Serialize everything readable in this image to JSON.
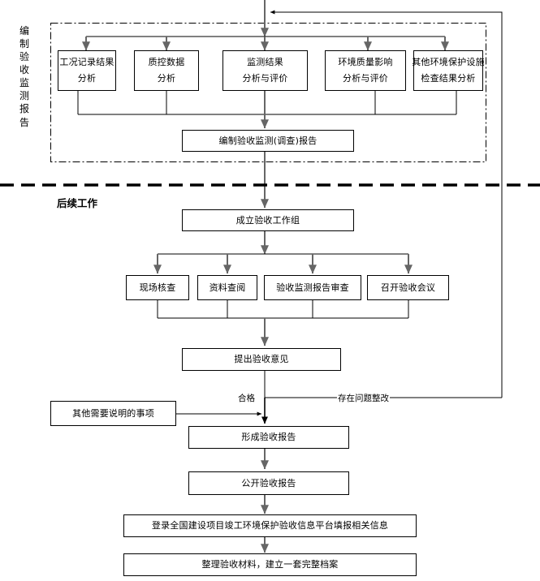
{
  "diagram": {
    "title_sections": {
      "section1_vertical_label": "编制验收监测报告",
      "section2_label": "后续工作"
    },
    "section1": {
      "analysis_boxes": [
        {
          "line1": "工况记录结果",
          "line2": "分析"
        },
        {
          "line1": "质控数据",
          "line2": "分析"
        },
        {
          "line1": "监测结果",
          "line2": "分析与评价"
        },
        {
          "line1": "环境质量影响",
          "line2": "分析与评价"
        },
        {
          "line1": "其他环境保护设施",
          "line2": "检查结果分析"
        }
      ],
      "report_box": "编制验收监测(调查)报告"
    },
    "section2": {
      "workgroup_box": "成立验收工作组",
      "review_boxes": [
        "现场核查",
        "资料查阅",
        "验收监测报告审查",
        "召开验收会议"
      ],
      "opinion_box": "提出验收意见",
      "branch_pass_label": "合格",
      "branch_fail_label": "存在问题整改",
      "other_matters_box": "其他需要说明的事项",
      "form_report_box": "形成验收报告",
      "publish_report_box": "公开验收报告",
      "platform_box": "登录全国建设项目竣工环境保护验收信息平台填报相关信息",
      "archive_box": "整理验收材料，建立一套完整档案"
    },
    "colors": {
      "line": "#000000",
      "arrow_gray": "#666666",
      "background": "#ffffff"
    }
  }
}
